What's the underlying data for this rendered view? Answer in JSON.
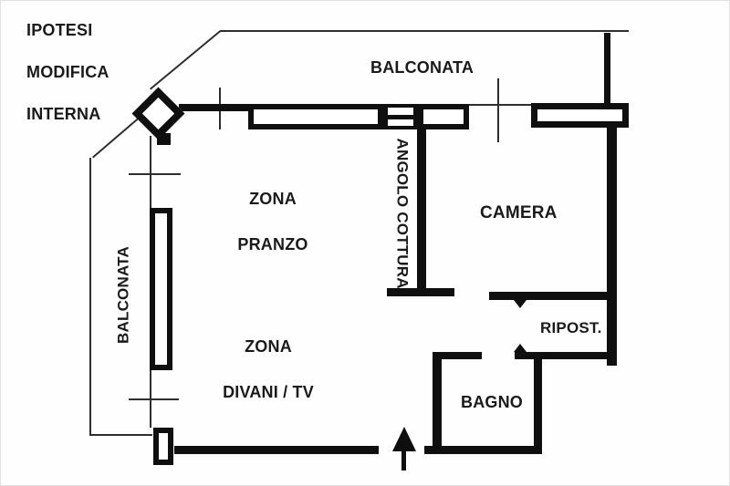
{
  "note": {
    "line1": "IPOTESI",
    "line2": "MODIFICA",
    "line3": "INTERNA"
  },
  "rooms": {
    "balconata_top": "BALCONATA",
    "balconata_left": "BALCONATA",
    "zona_pranzo_line1": "ZONA",
    "zona_pranzo_line2": "PRANZO",
    "angolo_cottura": "ANGOLO COTTURA",
    "camera": "CAMERA",
    "zona_divani_line1": "ZONA",
    "zona_divani_line2": "DIVANI / TV",
    "ripostiglio": "RIPOST.",
    "bagno": "BAGNO"
  },
  "symbols": {
    "entrance_arrow": "up-arrow"
  },
  "colors": {
    "wall": "#0f0f0f",
    "thin_line": "#2e2e2e",
    "background": "#fefefe",
    "text": "#1a1a1a"
  }
}
